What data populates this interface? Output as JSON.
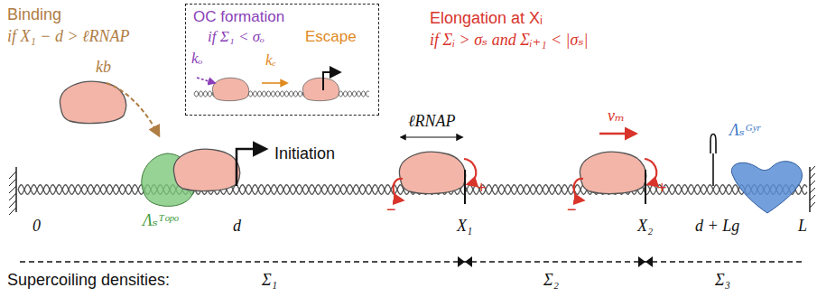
{
  "diagram": {
    "nodes": [
      {
        "text": [
          "OC formation",
          "if Σ₁ < σₒ",
          "kₒ",
          "Escape",
          "kₑ"
        ]
      }
    ],
    "labels": [
      "Binding",
      "if X₁ − d > ℓRNAP",
      "kb",
      "Initiation",
      "Elongation at Xᵢ",
      "if Σᵢ > σₛ and Σᵢ₊₁ < |σₛ|",
      "ℓRNAP",
      "vₘ",
      "Λₛᵀᵒᵖᵒ",
      "Λₛᴳʸʳ",
      "−",
      "+",
      "−",
      "+",
      "0",
      "d",
      "X₁",
      "X₂",
      "d + Lg",
      "L",
      "Supercoiling densities:",
      "Σ₁",
      "Σ₂",
      "Σ₃"
    ]
  }
}
